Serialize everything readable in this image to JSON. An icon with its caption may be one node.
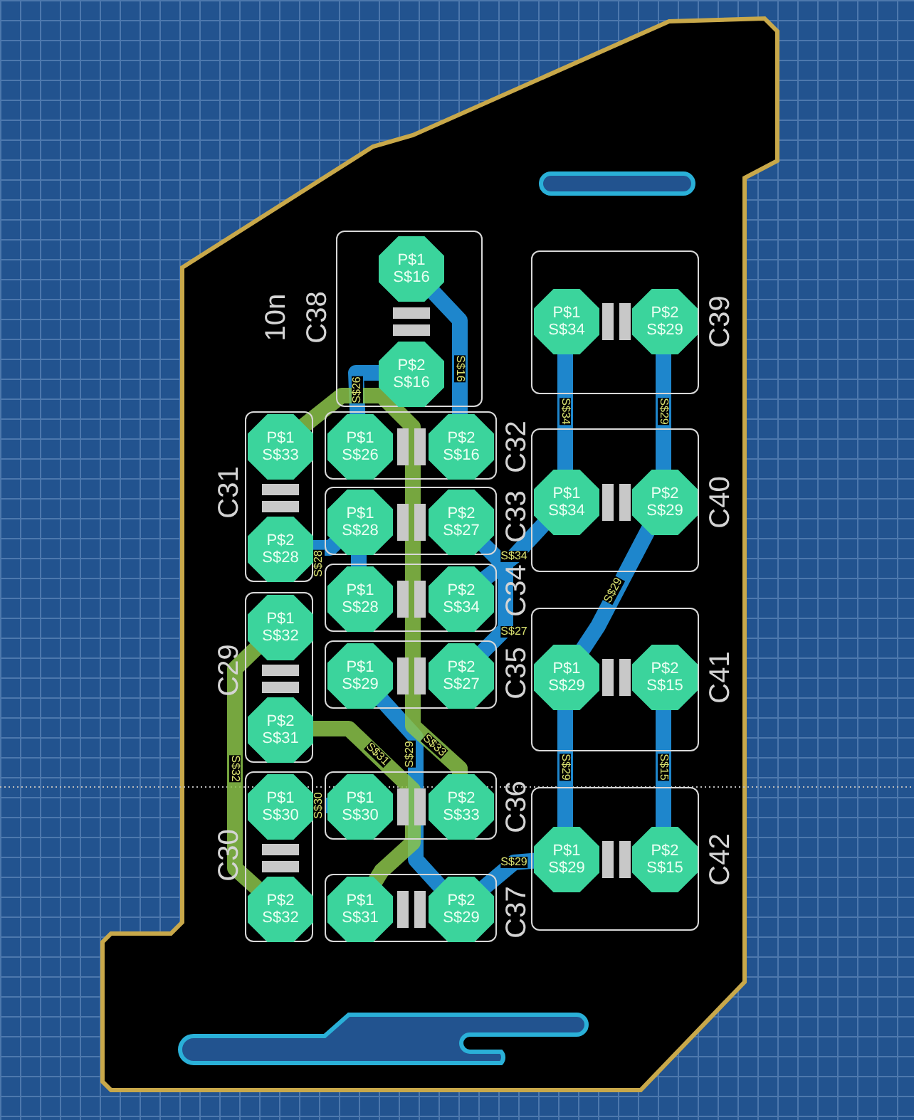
{
  "diagram": {
    "nodes": [
      {
        "text": [
          "C38",
          "10n"
        ]
      },
      {
        "text": [
          "P$1",
          "S$16"
        ],
        "in": 0
      },
      {
        "text": [
          "P$2",
          "S$16"
        ],
        "in": 0
      },
      {
        "text": [
          "C39"
        ]
      },
      {
        "text": [
          "P$1",
          "S$34"
        ],
        "in": 3
      },
      {
        "text": [
          "P$2",
          "S$29"
        ],
        "in": 3
      },
      {
        "text": [
          "C31"
        ]
      },
      {
        "text": [
          "P$1",
          "S$33"
        ],
        "in": 6
      },
      {
        "text": [
          "P$2",
          "S$28"
        ],
        "in": 6
      },
      {
        "text": [
          "C32"
        ]
      },
      {
        "text": [
          "P$1",
          "S$26"
        ],
        "in": 9
      },
      {
        "text": [
          "P$2",
          "S$16"
        ],
        "in": 9
      },
      {
        "text": [
          "C40"
        ]
      },
      {
        "text": [
          "P$1",
          "S$34"
        ],
        "in": 12
      },
      {
        "text": [
          "P$2",
          "S$29"
        ],
        "in": 12
      },
      {
        "text": [
          "C33"
        ]
      },
      {
        "text": [
          "P$1",
          "S$28"
        ],
        "in": 15
      },
      {
        "text": [
          "P$2",
          "S$27"
        ],
        "in": 15
      },
      {
        "text": [
          "C34"
        ]
      },
      {
        "text": [
          "P$1",
          "S$28"
        ],
        "in": 18
      },
      {
        "text": [
          "P$2",
          "S$34"
        ],
        "in": 18
      },
      {
        "text": [
          "C29"
        ]
      },
      {
        "text": [
          "P$1",
          "S$32"
        ],
        "in": 21
      },
      {
        "text": [
          "P$2",
          "S$31"
        ],
        "in": 21
      },
      {
        "text": [
          "C35"
        ]
      },
      {
        "text": [
          "P$1",
          "S$29"
        ],
        "in": 24
      },
      {
        "text": [
          "P$2",
          "S$27"
        ],
        "in": 24
      },
      {
        "text": [
          "C41"
        ]
      },
      {
        "text": [
          "P$1",
          "S$29"
        ],
        "in": 27
      },
      {
        "text": [
          "P$2",
          "S$15"
        ],
        "in": 27
      },
      {
        "text": [
          "C30"
        ]
      },
      {
        "text": [
          "P$1",
          "S$30"
        ],
        "in": 30
      },
      {
        "text": [
          "P$2",
          "S$32"
        ],
        "in": 30
      },
      {
        "text": [
          "C36"
        ]
      },
      {
        "text": [
          "P$1",
          "S$30"
        ],
        "in": 33
      },
      {
        "text": [
          "P$2",
          "S$33"
        ],
        "in": 33
      },
      {
        "text": [
          "C42"
        ]
      },
      {
        "text": [
          "P$1",
          "S$29"
        ],
        "in": 36
      },
      {
        "text": [
          "P$2",
          "S$15"
        ],
        "in": 36
      },
      {
        "text": [
          "C37"
        ]
      },
      {
        "text": [
          "P$1",
          "S$31"
        ],
        "in": 39
      },
      {
        "text": [
          "P$2",
          "S$29"
        ],
        "in": 39
      }
    ],
    "edges": [
      {
        "from": 1,
        "to": 11,
        "arrow": "none",
        "label": "S$16"
      },
      {
        "from": 2,
        "to": 10,
        "arrow": "none",
        "label": "S$26"
      },
      {
        "from": 8,
        "to": 16,
        "arrow": "none",
        "label": "S$28"
      },
      {
        "from": 16,
        "to": 19,
        "arrow": "none"
      },
      {
        "from": 17,
        "to": 26,
        "arrow": "none",
        "label": "S$27"
      },
      {
        "from": 20,
        "to": 13,
        "arrow": "none",
        "label": "S$34"
      },
      {
        "from": 4,
        "to": 13,
        "arrow": "none",
        "label": "S$34"
      },
      {
        "from": 5,
        "to": 14,
        "arrow": "none",
        "label": "S$29"
      },
      {
        "from": 14,
        "to": 28,
        "arrow": "none",
        "label": "S$29"
      },
      {
        "from": 28,
        "to": 37,
        "arrow": "none",
        "label": "S$29"
      },
      {
        "from": 37,
        "to": 41,
        "arrow": "none",
        "label": "S$29"
      },
      {
        "from": 25,
        "to": 41,
        "arrow": "none",
        "label": "S$29"
      },
      {
        "from": 29,
        "to": 38,
        "arrow": "none",
        "label": "S$15"
      },
      {
        "from": 31,
        "to": 34,
        "arrow": "none",
        "label": "S$30"
      },
      {
        "from": 7,
        "to": 35,
        "arrow": "none",
        "label": "S$33",
        "color": "#8bc34a"
      },
      {
        "from": 22,
        "to": 32,
        "arrow": "none",
        "label": "S$32",
        "color": "#8bc34a"
      },
      {
        "from": 23,
        "to": 40,
        "arrow": "none",
        "label": "S$31",
        "color": "#8bc34a"
      }
    ]
  }
}
